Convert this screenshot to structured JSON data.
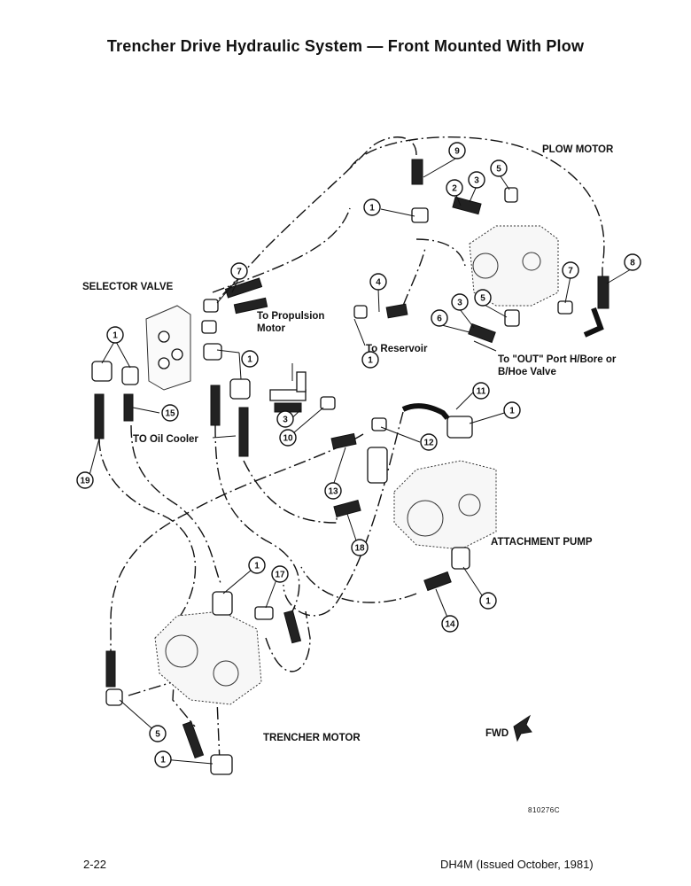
{
  "title": "Trencher Drive Hydraulic System — Front Mounted With Plow",
  "labels": {
    "plow_motor": "PLOW MOTOR",
    "selector_valve": "SELECTOR VALVE",
    "to_propulsion_1": "To Propulsion",
    "to_propulsion_2": "Motor",
    "to_reservoir": "To Reservoir",
    "to_out_port_1": "To \"OUT\" Port H/Bore or",
    "to_out_port_2": "B/Hoe Valve",
    "to_oil_cooler": "TO Oil Cooler",
    "attachment_pump": "ATTACHMENT PUMP",
    "trencher_motor": "TRENCHER MOTOR",
    "fwd": "FWD"
  },
  "callouts": [
    "9",
    "3",
    "5",
    "2",
    "1",
    "4",
    "8",
    "7",
    "3",
    "5",
    "6",
    "7",
    "1",
    "1",
    "1",
    "15",
    "3",
    "10",
    "11",
    "1",
    "12",
    "13",
    "19",
    "18",
    "1",
    "17",
    "1",
    "14",
    "5",
    "1"
  ],
  "drawing_code": "810276C",
  "footer": {
    "page": "2-22",
    "doc": "DH4M (Issued October, 1981)"
  }
}
